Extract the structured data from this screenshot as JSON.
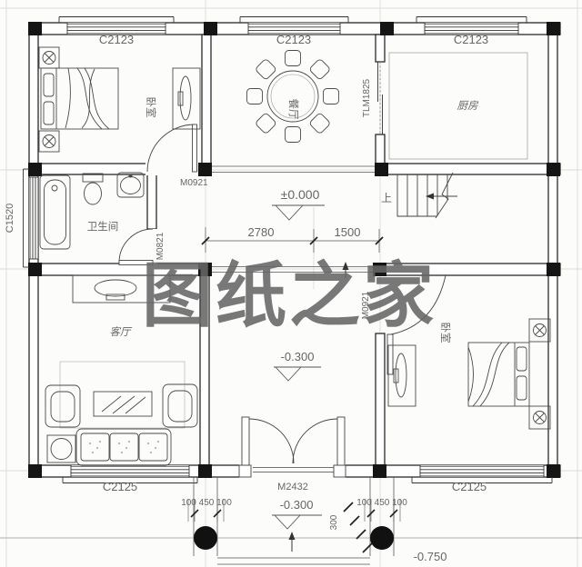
{
  "drawing": {
    "type": "residential floor plan, first storey",
    "watermark": "图纸之家"
  },
  "rooms": {
    "bedroom1": "卧室",
    "dining": "餐厅",
    "kitchen": "厨房",
    "bathroom": "卫生间",
    "living": "客厅",
    "bedroom2": "卧室"
  },
  "windows": {
    "top": [
      "C2123",
      "C2123",
      "C2123"
    ],
    "bottom": [
      "C2125",
      "C2125"
    ],
    "left": "C1520"
  },
  "doors": {
    "bedroom1": "M0921",
    "bathroom": "M0821",
    "bedroom2": "M0921",
    "entry": "M2432",
    "kitchen_sliding": "TLM1825"
  },
  "stairs": {
    "up": "上"
  },
  "levels": {
    "hall": "±0.000",
    "foyer": "-0.300",
    "porch": "-0.300",
    "ground": "-0.750"
  },
  "dims": {
    "hall_a": "2780",
    "hall_b": "1500",
    "col_left": "100 450 100",
    "col_right": "100 450 100",
    "step": "300"
  },
  "colors": {
    "ink": "#2a2a2a",
    "furniture": "#4a4a4a",
    "label": "#666666",
    "watermark": "#d8281e"
  }
}
